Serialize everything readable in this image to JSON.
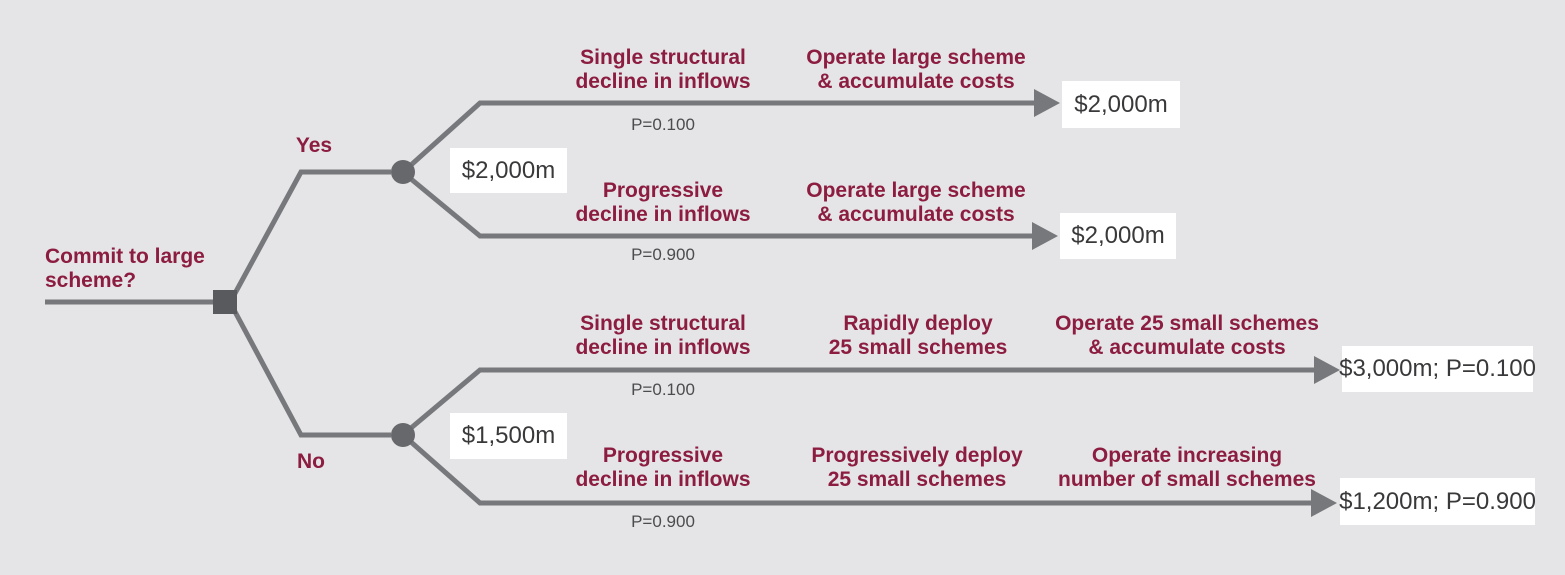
{
  "title": "Decision tree: commit to large scheme vs deploy small schemes",
  "colors": {
    "background": "#e5e5e7",
    "maroon": "#8c1d40",
    "line_gray": "#77787b",
    "square_gray": "#595a5e",
    "circle_gray": "#67686b",
    "prob_gray": "#4b4c4e",
    "box_bg": "#ffffff",
    "box_text": "#39393b"
  },
  "root": {
    "question": "Commit to large\nscheme?"
  },
  "branches": {
    "yes": {
      "label": "Yes",
      "value": "$2,000m",
      "outcomes": [
        {
          "event": "Single structural\ndecline in inflows",
          "prob": "P=0.100",
          "action": "Operate large scheme\n& accumulate costs",
          "result": "$2,000m"
        },
        {
          "event": "Progressive\ndecline in inflows",
          "prob": "P=0.900",
          "action": "Operate large scheme\n& accumulate costs",
          "result": "$2,000m"
        }
      ]
    },
    "no": {
      "label": "No",
      "value": "$1,500m",
      "outcomes": [
        {
          "event": "Single structural\ndecline in inflows",
          "prob": "P=0.100",
          "deploy": "Rapidly deploy\n25 small schemes",
          "action": "Operate 25 small schemes\n& accumulate costs",
          "result": "$3,000m; P=0.100"
        },
        {
          "event": "Progressive\ndecline in inflows",
          "prob": "P=0.900",
          "deploy": "Progressively deploy\n25 small schemes",
          "action": "Operate increasing\nnumber of small schemes",
          "result": "$1,200m; P=0.900"
        }
      ]
    }
  }
}
